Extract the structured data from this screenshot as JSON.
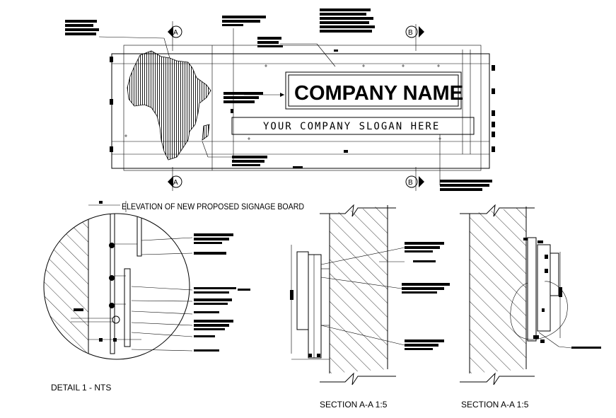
{
  "signage": {
    "company_name": "COMPANY NAME",
    "slogan": "YOUR COMPANY SLOGAN HERE"
  },
  "section_markers": {
    "a": "A",
    "b": "B"
  },
  "titles": {
    "elevation": "ELEVATION OF NEW PROPOSED SIGNAGE BOARD",
    "detail": "DETAIL 1 - NTS",
    "section_left": "SECTION A-A  1:5",
    "section_right": "SECTION A-A  1:5"
  }
}
